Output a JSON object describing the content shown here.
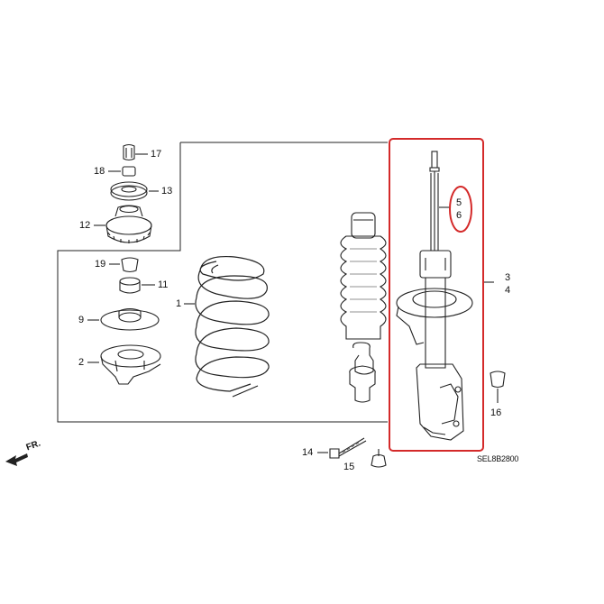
{
  "labels": {
    "p17": "17",
    "p18": "18",
    "p13": "13",
    "p12": "12",
    "p19": "19",
    "p11": "11",
    "p9": "9",
    "p2": "2",
    "p1": "1",
    "p5": "5",
    "p6": "6",
    "p3": "3",
    "p4": "4",
    "p16": "16",
    "p14": "14",
    "p15": "15"
  },
  "direction_marker": "FR.",
  "diagram_code": "SEL8B2800",
  "colors": {
    "line": "#222222",
    "highlight": "#d42a2a",
    "background": "#ffffff"
  }
}
